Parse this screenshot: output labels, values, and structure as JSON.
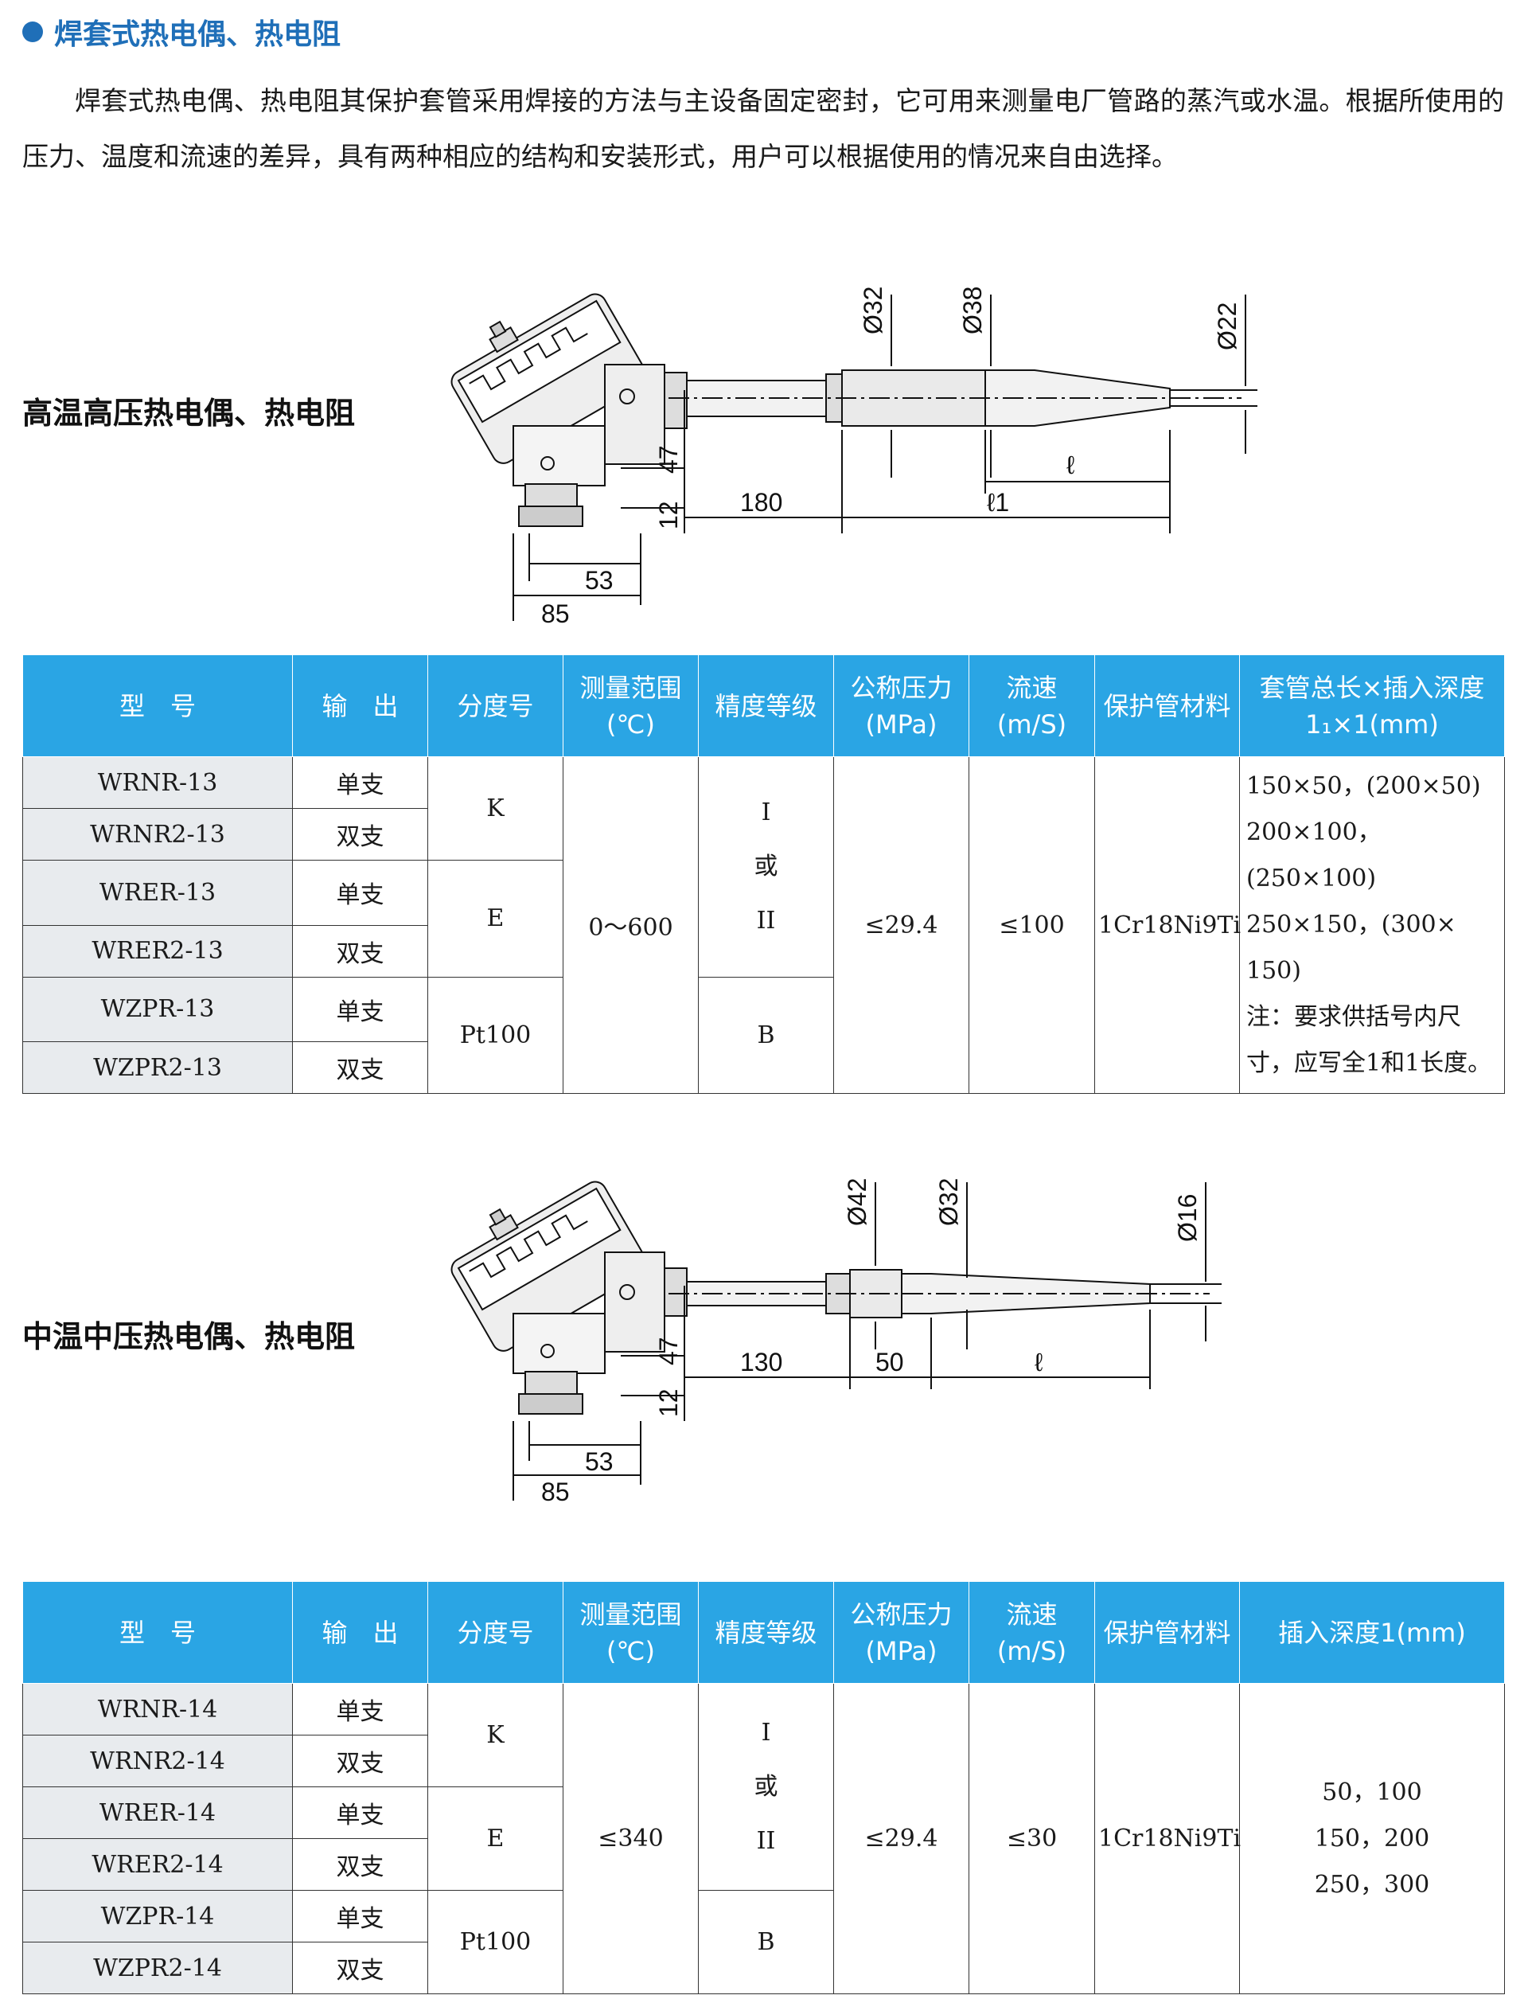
{
  "header": {
    "title": "焊套式热电偶、热电阻"
  },
  "intro": {
    "text": "焊套式热电偶、热电阻其保护套管采用焊接的方法与主设备固定密封，它可用来测量电厂管路的蒸汽或水温。根据所使用的压力、温度和流速的差异，具有两种相应的结构和安装形式，用户可以根据使用的情况来自由选择。"
  },
  "section1": {
    "label": "高温高压热电偶、热电阻",
    "dims": {
      "d1": "Ø32",
      "d2": "Ø38",
      "d3": "Ø22",
      "h47": "47",
      "h12": "12",
      "l180": "180",
      "l1": "ℓ1",
      "l": "ℓ",
      "w53": "53",
      "w85": "85"
    },
    "table": {
      "headers": [
        "型　号",
        "输　出",
        "分度号",
        "测量范围\n(℃)",
        "精度等级",
        "公称压力\n(MPa)",
        "流速\n(m/S)",
        "保护管材料",
        "套管总长×插入深度\n1₁×1(mm)"
      ],
      "models": [
        "WRNR-13",
        "WRNR2-13",
        "WRER-13",
        "WRER2-13",
        "WZPR-13",
        "WZPR2-13"
      ],
      "outputs": [
        "单支",
        "双支",
        "单支",
        "双支",
        "单支",
        "双支"
      ],
      "graduations": [
        "K",
        "E",
        "Pt100"
      ],
      "range": "0～600",
      "accuracy_a": "I\n或\nII",
      "accuracy_b": "B",
      "pressure": "≤29.4",
      "velocity": "≤100",
      "material": "1Cr18Ni9Ti",
      "sizes": [
        "150×50，(200×50)",
        "200×100，(250×100)",
        "250×150，(300×",
        "150)",
        "注：要求供括号内尺",
        "寸，应写全1和1长度。"
      ]
    }
  },
  "section2": {
    "label": "中温中压热电偶、热电阻",
    "dims": {
      "d1": "Ø42",
      "d2": "Ø32",
      "d3": "Ø16",
      "h47": "47",
      "h12": "12",
      "l130": "130",
      "l50": "50",
      "l": "ℓ",
      "w53": "53",
      "w85": "85"
    },
    "table": {
      "headers": [
        "型　号",
        "输　出",
        "分度号",
        "测量范围\n(℃)",
        "精度等级",
        "公称压力\n(MPa)",
        "流速\n(m/S)",
        "保护管材料",
        "插入深度1(mm)"
      ],
      "models": [
        "WRNR-14",
        "WRNR2-14",
        "WRER-14",
        "WRER2-14",
        "WZPR-14",
        "WZPR2-14"
      ],
      "outputs": [
        "单支",
        "双支",
        "单支",
        "双支",
        "单支",
        "双支"
      ],
      "graduations": [
        "K",
        "E",
        "Pt100"
      ],
      "range": "≤340",
      "accuracy_a": "I\n或\nII",
      "accuracy_b": "B",
      "pressure": "≤29.4",
      "velocity": "≤30",
      "material": "1Cr18Ni9Ti",
      "sizes": "50，100\n150，200\n250，300"
    }
  }
}
